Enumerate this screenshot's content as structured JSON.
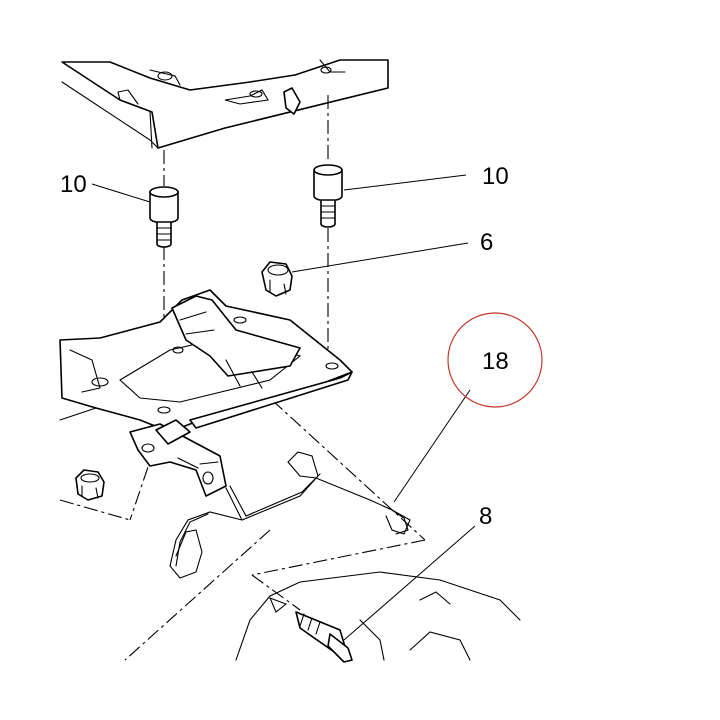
{
  "callouts": {
    "c1": "10",
    "c2": "10",
    "c3": "6",
    "c4": "18",
    "c5": "8"
  },
  "highlight": {
    "color": "#c0392b"
  }
}
